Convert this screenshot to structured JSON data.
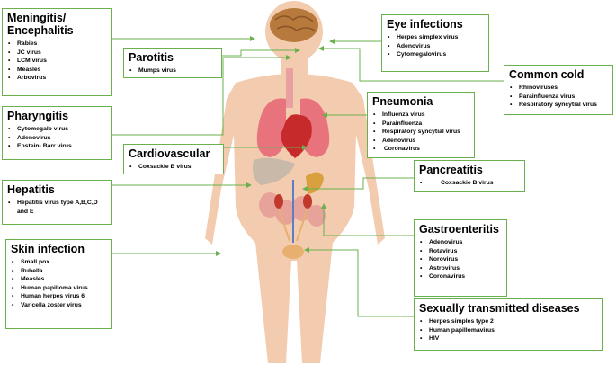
{
  "diseases": {
    "meningitis": {
      "title": "Meningitis/\nEncephalitis",
      "items": [
        "Rabies",
        "JC virus",
        "LCM virus",
        "Measles",
        "Arbovirus"
      ]
    },
    "parotitis": {
      "title": "Parotitis",
      "items": [
        "Mumps virus"
      ]
    },
    "pharyngitis": {
      "title": "Pharyngitis",
      "items": [
        "Cytomegalo virus",
        "Adenovirus",
        "Epstein- Barr virus"
      ]
    },
    "cardiovascular": {
      "title": "Cardiovascular",
      "items": [
        "Coxsackie B virus"
      ]
    },
    "hepatitis": {
      "title": "Hepatitis",
      "items": [
        "Hepatitis  virus type A,B,C,D and E"
      ]
    },
    "skin": {
      "title": "Skin infection",
      "items": [
        "Small  pox",
        "Rubella",
        "Measles",
        "Human papilloma virus",
        "Human herpes virus 6",
        "Varicella zoster virus"
      ]
    },
    "eye": {
      "title": "Eye infections",
      "items": [
        "Herpes simplex virus",
        "Adenovirus",
        "Cytomegalovirus"
      ]
    },
    "cold": {
      "title": "Common cold",
      "items": [
        "Rhinoviruses",
        "Parainfluenza virus",
        "Respiratory syncytial virus"
      ]
    },
    "pneumonia": {
      "title": "Pneumonia",
      "items": [
        "Influenza virus",
        "Parainfluenza",
        "Respiratory syncytial virus",
        "Adenovirus",
        " Coronavirus"
      ]
    },
    "pancreatitis": {
      "title": "Pancreatitis",
      "items": [
        "Coxsackie B virus"
      ]
    },
    "gastro": {
      "title": "Gastroenteritis",
      "items": [
        "Adenovirus",
        "Rotavirus",
        "Norovirus",
        "Astrovirus",
        "Coronavirus"
      ]
    },
    "std": {
      "title": "Sexually transmitted diseases",
      "items": [
        "Herpes simples type 2",
        "Human papillomavirus",
        "HIV"
      ]
    }
  },
  "colors": {
    "box_border": "#6ab04c",
    "connector": "#6ab04c",
    "skin": "#f3ccb0",
    "brain": "#b87a3c",
    "lungs": "#e8737d",
    "heart": "#c62a2a",
    "liver": "#a35a3a",
    "intestine": "#e7a39a",
    "pancreas": "#d9a040",
    "kidney": "#c0392b",
    "bladder": "#e8b070",
    "vessel": "#5b7fc7"
  }
}
